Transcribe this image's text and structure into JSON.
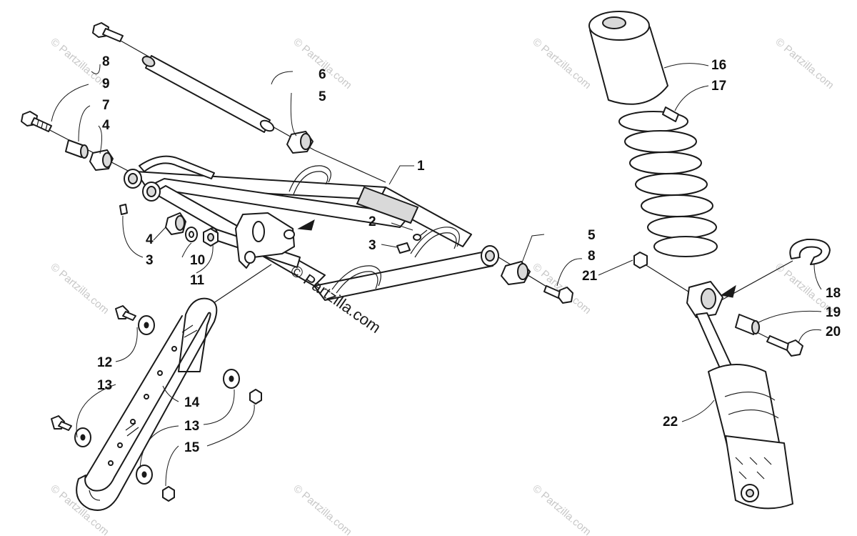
{
  "watermark": {
    "text": "© Partzilla.com",
    "center_text": "© Partzilla.com"
  },
  "callouts": {
    "c1": "1",
    "c2": "2",
    "c3a": "3",
    "c3b": "3",
    "c4a": "4",
    "c4b": "4",
    "c5a": "5",
    "c5b": "5",
    "c6": "6",
    "c7": "7",
    "c8a": "8",
    "c8b": "8",
    "c9": "9",
    "c10": "10",
    "c11": "11",
    "c12": "12",
    "c13a": "13",
    "c13b": "13",
    "c14": "14",
    "c15": "15",
    "c16": "16",
    "c17": "17",
    "c18": "18",
    "c19": "19",
    "c20": "20",
    "c21": "21",
    "c22": "22"
  }
}
